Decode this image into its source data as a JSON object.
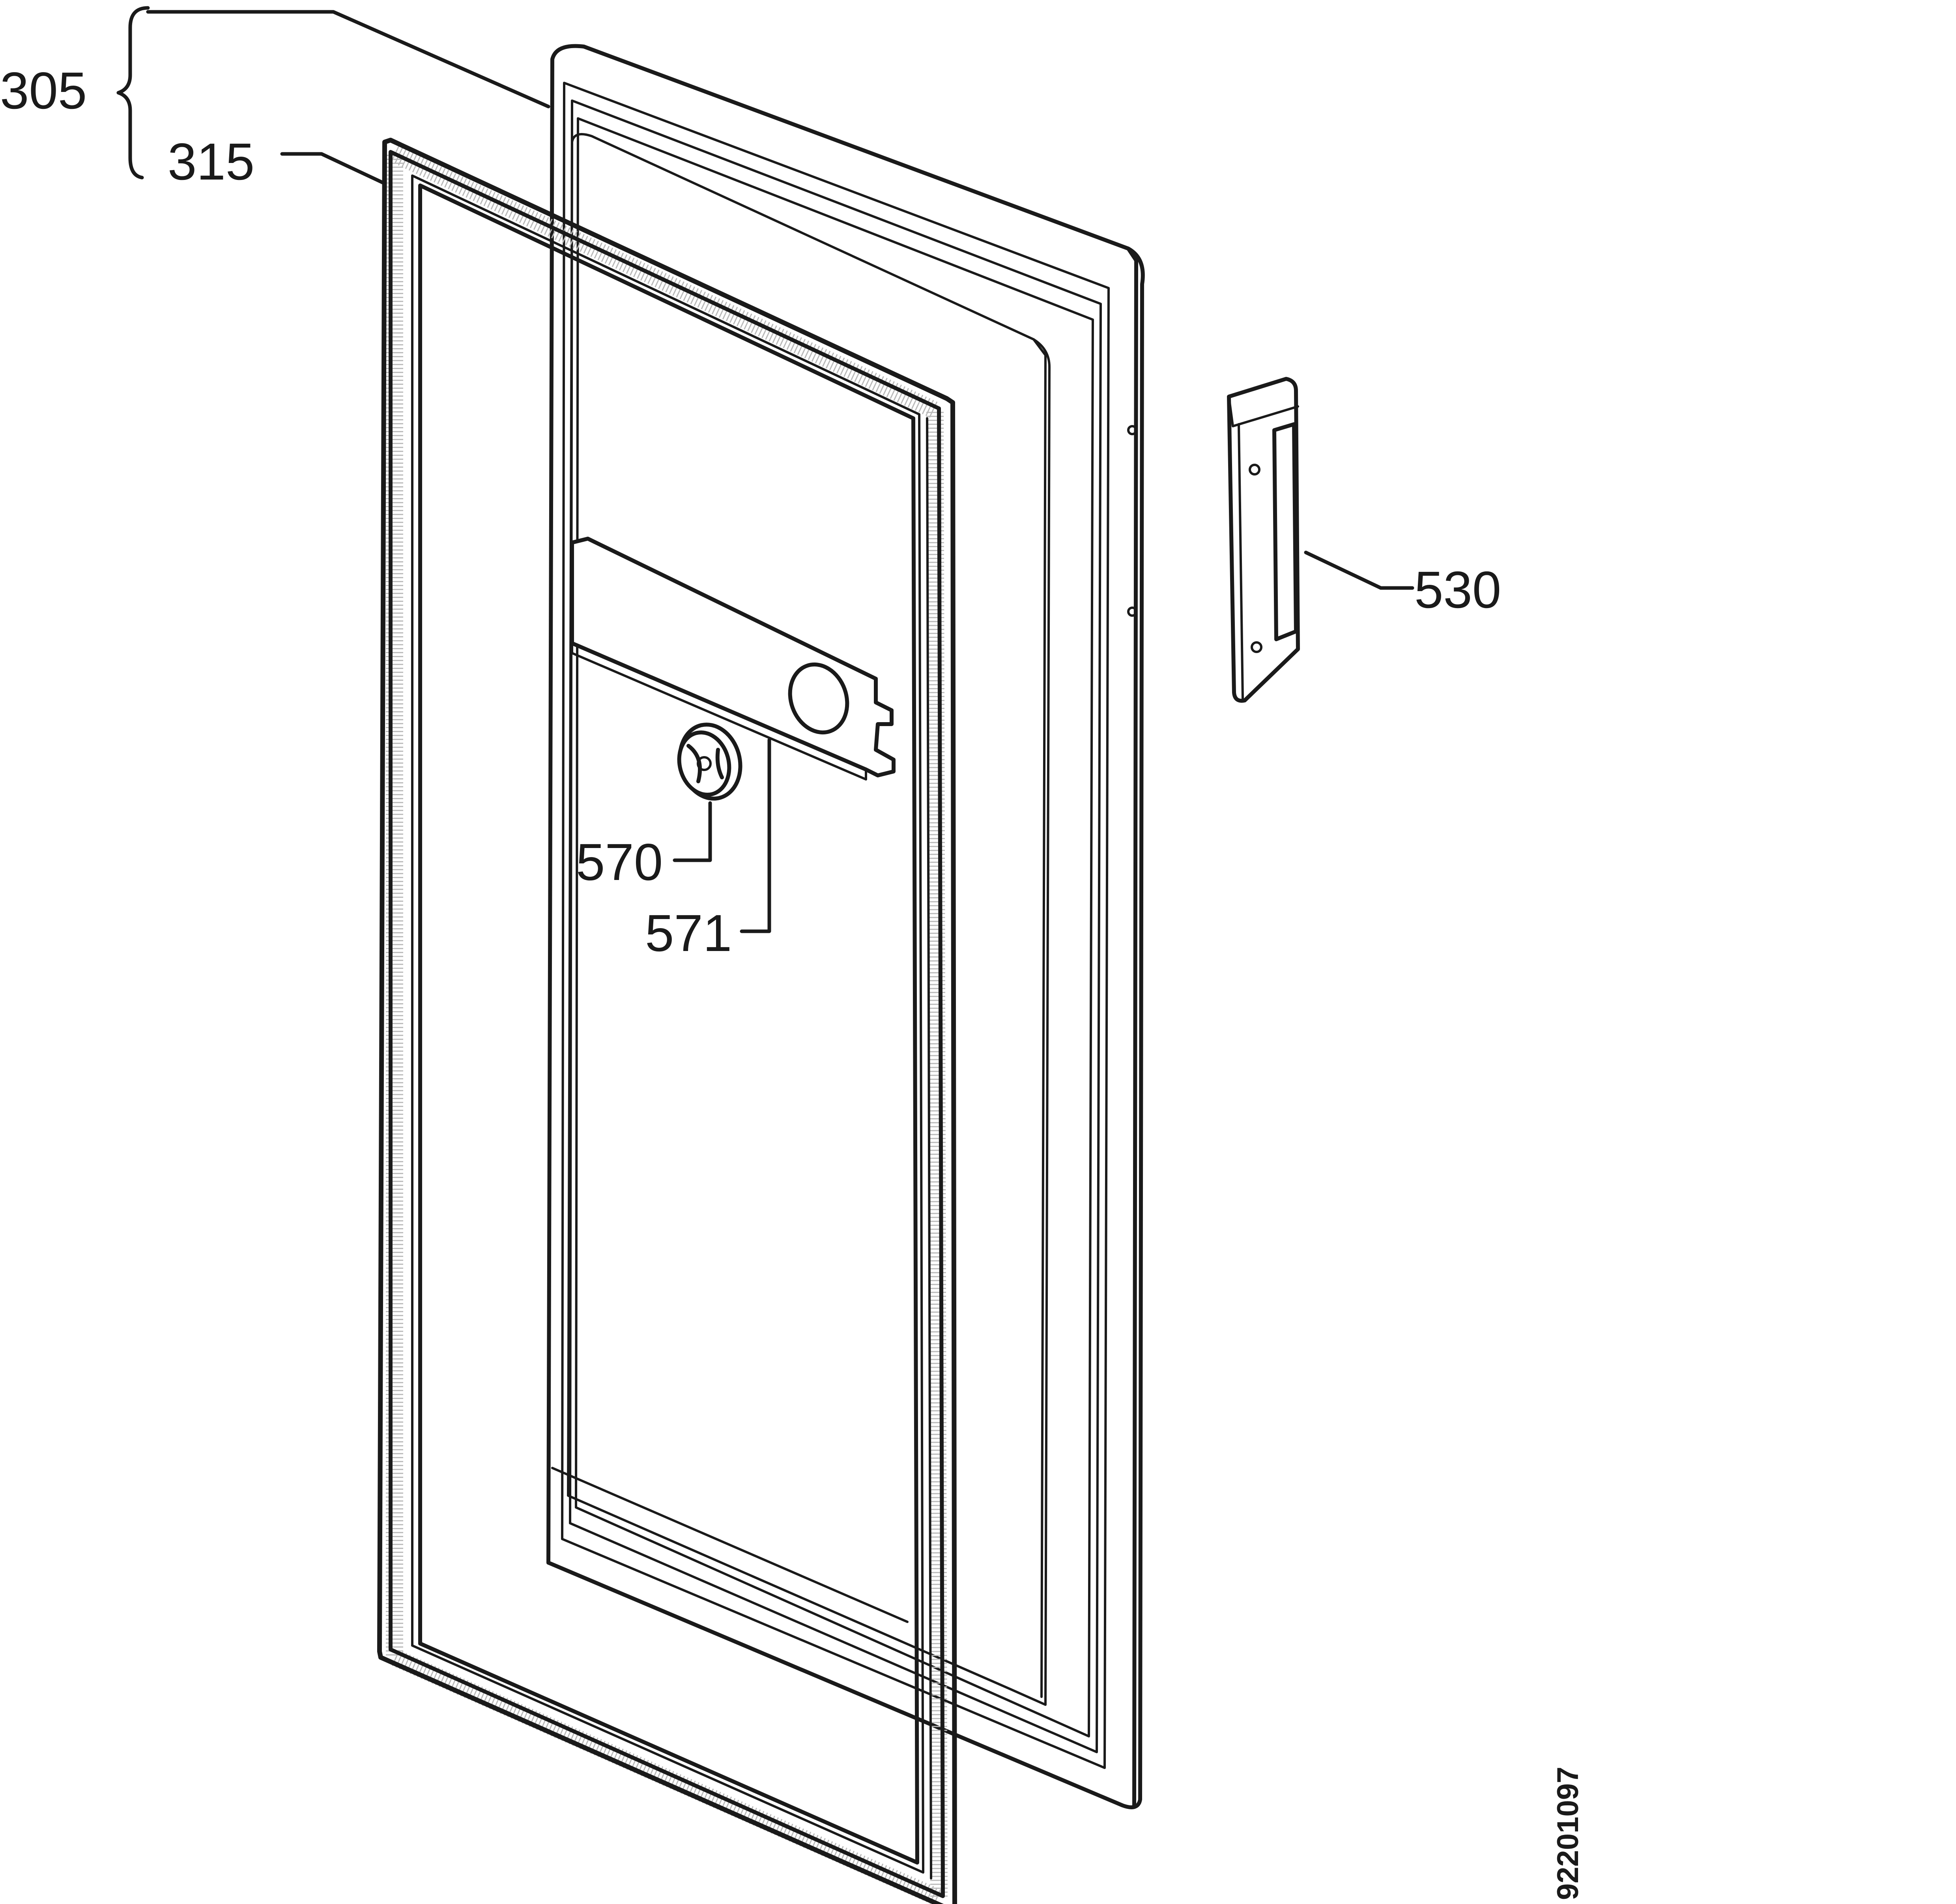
{
  "drawing_code": "92201097",
  "brace_group": {
    "label": "305",
    "members": [
      "305",
      "315"
    ]
  },
  "callouts": [
    {
      "id": "c305",
      "label": "305",
      "part": "door"
    },
    {
      "id": "c315",
      "label": "315",
      "part": "door-gasket"
    },
    {
      "id": "c530",
      "label": "530",
      "part": "door-handle"
    },
    {
      "id": "c570",
      "label": "570",
      "part": "knob"
    },
    {
      "id": "c571",
      "label": "571",
      "part": "control-panel-plate"
    }
  ]
}
